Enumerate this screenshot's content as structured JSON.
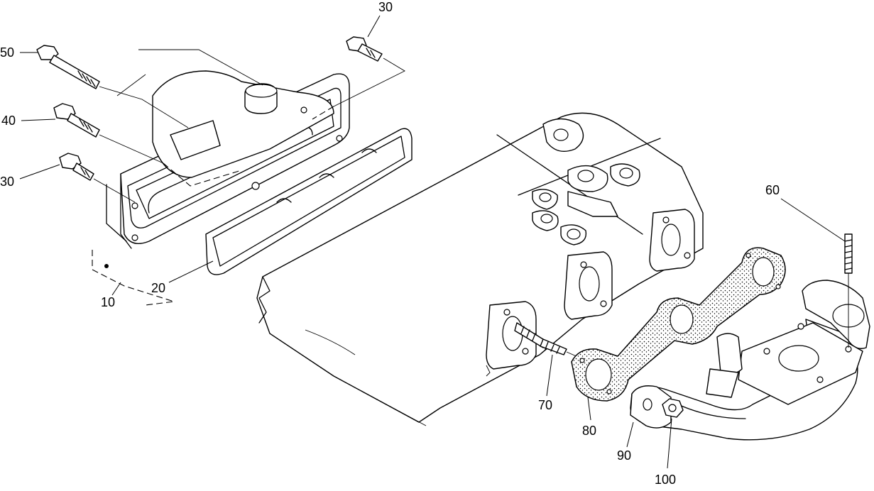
{
  "callouts": {
    "c30_top": "30",
    "c50": "50",
    "c40": "40",
    "c30_left": "30",
    "c20": "20",
    "c10": "10",
    "c60": "60",
    "c70": "70",
    "c80": "80",
    "c90": "90",
    "c100": "100"
  }
}
